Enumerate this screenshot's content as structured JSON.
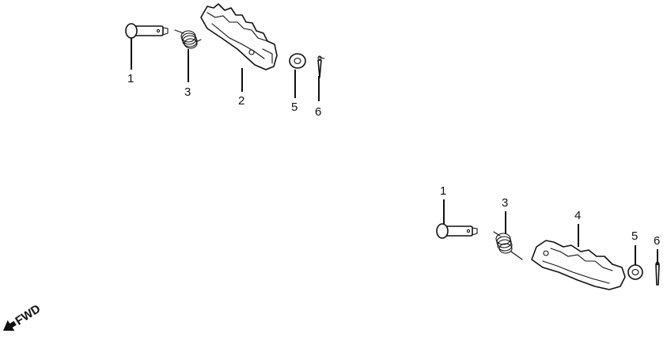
{
  "assemblies": [
    {
      "id": "upper",
      "callouts": [
        "1",
        "3",
        "2",
        "5",
        "6"
      ]
    },
    {
      "id": "lower",
      "callouts": [
        "1",
        "3",
        "4",
        "5",
        "6"
      ]
    }
  ],
  "fwd_label": "FWD"
}
